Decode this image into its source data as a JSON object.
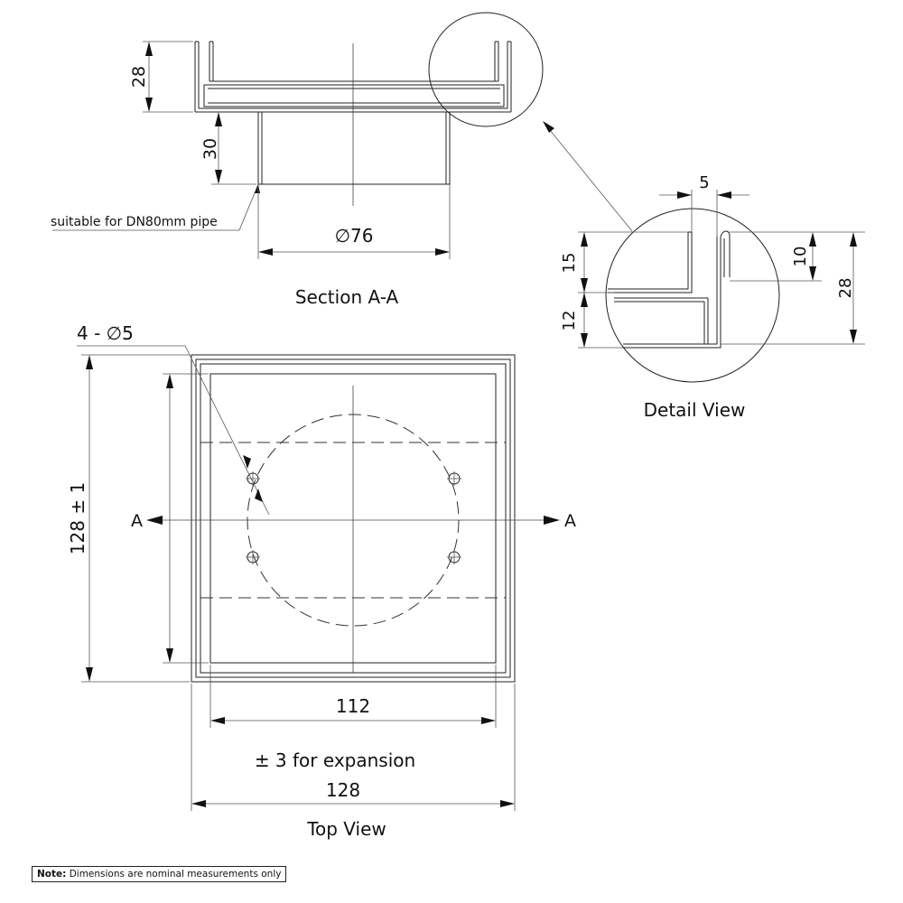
{
  "section_view": {
    "title": "Section A-A",
    "dim_flange_height": "28",
    "dim_spigot_height": "30",
    "dim_spigot_diameter": "∅76",
    "pipe_note": "suitable for DN80mm pipe"
  },
  "detail_view": {
    "title": "Detail View",
    "dim_lip_width": "5",
    "dim_upper": "15",
    "dim_lower": "12",
    "dim_inner": "10",
    "dim_total": "28"
  },
  "top_view": {
    "title": "Top View",
    "dim_holes": "4 - ∅5",
    "dim_height": "128 ± 1",
    "dim_inner_width": "112",
    "dim_expansion": "± 3 for expansion",
    "dim_outer_width": "128",
    "section_marker_left": "A",
    "section_marker_right": "A"
  },
  "note": {
    "label": "Note:",
    "text": "Dimensions are nominal measurements only"
  },
  "colors": {
    "line": "#222222",
    "background": "#ffffff"
  }
}
